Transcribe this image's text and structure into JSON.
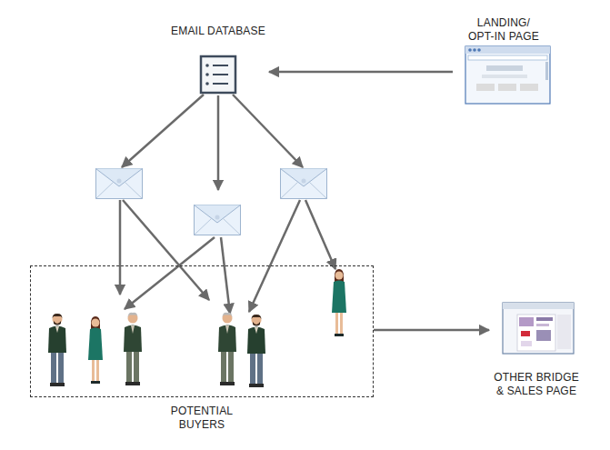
{
  "diagram": {
    "nodes": [
      {
        "text": [
          "EMAIL DATABASE"
        ]
      },
      {
        "text": [
          "LANDING/ OPT-IN PAGE"
        ]
      },
      {
        "text": [
          "POTENTIAL BUYERS"
        ]
      },
      {
        "text": [
          "OTHER BRIDGE & SALES PAGE"
        ]
      }
    ],
    "edges": [
      {
        "from": 1,
        "to": 0,
        "arrow": "to"
      },
      {
        "from": 2,
        "to": 3,
        "arrow": "to"
      }
    ]
  }
}
